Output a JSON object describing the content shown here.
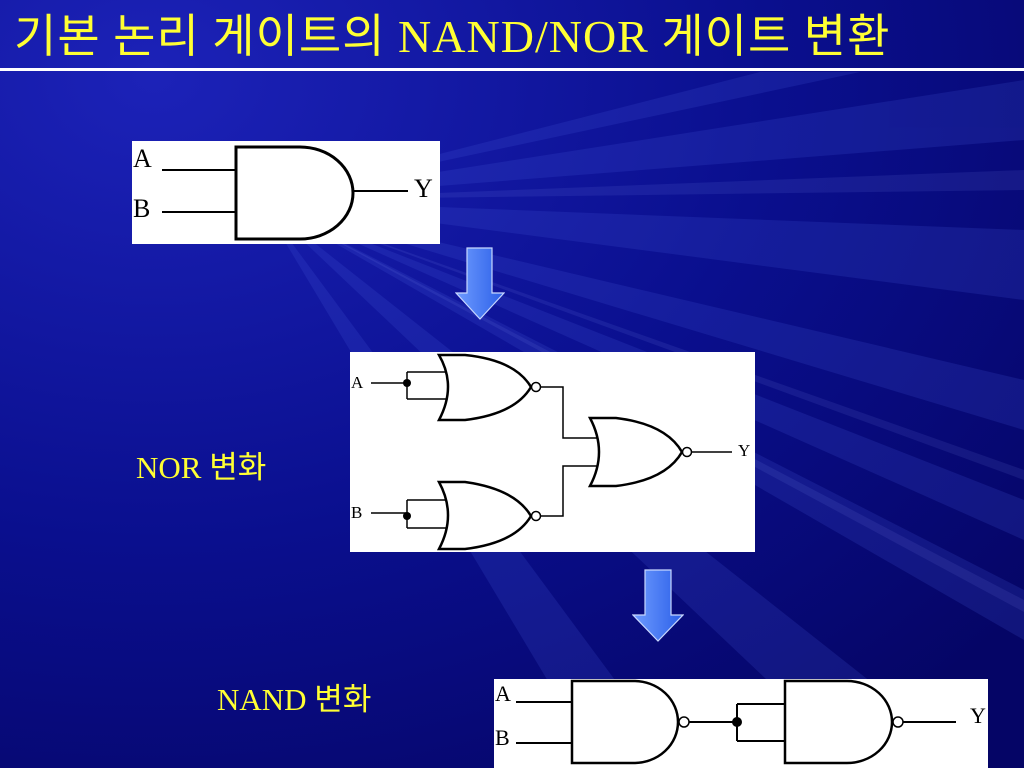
{
  "slide": {
    "title": "기본 논리 게이트의 NAND/NOR 게이트 변환",
    "colors": {
      "background": "#0a0a7a",
      "title": "#ffff33",
      "caption": "#ffff33",
      "arrow": "#3f7cff",
      "panel": "#ffffff"
    }
  },
  "diagrams": {
    "and_gate": {
      "inputs": [
        "A",
        "B"
      ],
      "output": "Y"
    },
    "nor_version": {
      "caption": "NOR 변화",
      "inputs": [
        "A",
        "B"
      ],
      "output": "Y"
    },
    "nand_version": {
      "caption": "NAND 변화",
      "inputs": [
        "A",
        "B"
      ],
      "output": "Y"
    }
  },
  "icons": [
    "down-arrow-icon",
    "down-arrow-icon"
  ]
}
